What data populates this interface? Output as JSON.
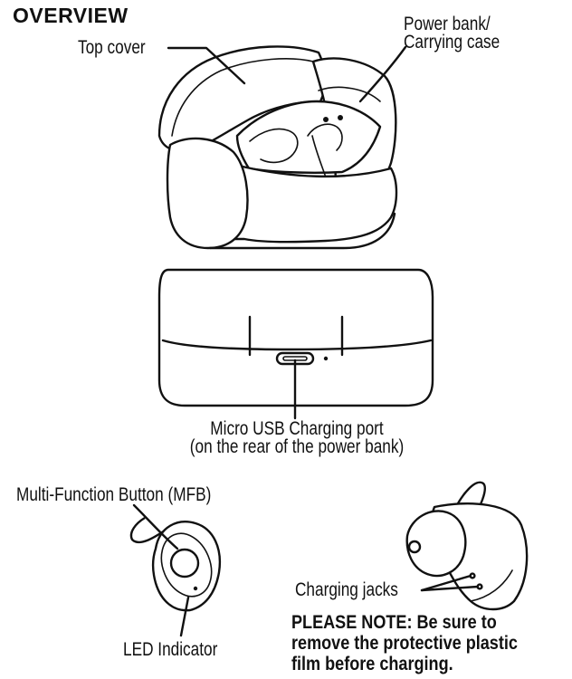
{
  "title": "OVERVIEW",
  "labels": {
    "top_cover": "Top cover",
    "power_bank_line1": "Power bank/",
    "power_bank_line2": "Carrying case",
    "usb_line1": "Micro USB Charging port",
    "usb_line2": "(on the rear of the power bank)",
    "mfb": "Multi-Function Button (MFB)",
    "led": "LED Indicator",
    "charging_jacks": "Charging jacks"
  },
  "note": "PLEASE NOTE: Be sure to remove the protective plastic film before charging."
}
